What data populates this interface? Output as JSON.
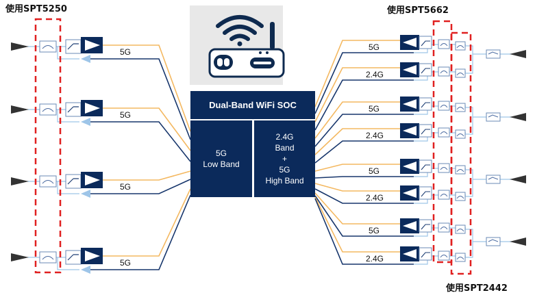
{
  "captions": {
    "left": "使用SPT5250",
    "right_top": "使用SPT5662",
    "right_bottom": "使用SPT2442"
  },
  "soc": {
    "title": "Dual-Band WiFi SOC",
    "low_block": [
      "5G",
      "Low Band"
    ],
    "high_block": [
      "2.4G",
      "Band",
      "+",
      "5G",
      "High Band"
    ]
  },
  "left_bands": [
    "5G",
    "5G",
    "5G",
    "5G"
  ],
  "right_bands": [
    "5G",
    "2.4G",
    "5G",
    "2.4G",
    "5G",
    "2.4G",
    "5G",
    "2.4G"
  ],
  "icons": [
    "wifi-router-icon",
    "antenna-icon",
    "filter-icon",
    "switch-icon",
    "amplifier-icon",
    "diplexer-icon"
  ],
  "colors": {
    "navy": "#0b2a5b",
    "trace_orange": "#f4b860",
    "trace_navy": "#16356b",
    "trace_light": "#9ec5e8",
    "dashed_red": "#e02020",
    "router_bg": "#e8e8e8"
  }
}
